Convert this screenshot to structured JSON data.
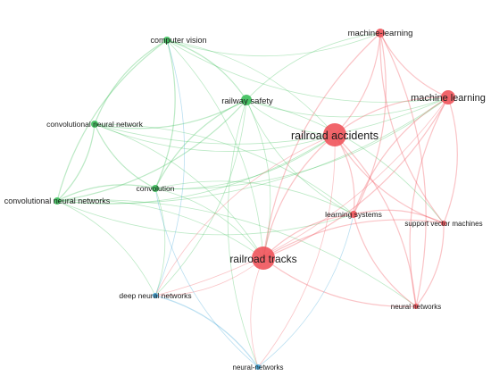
{
  "clusters": {
    "green": "#3bbf5a",
    "red": "#f0545b",
    "blue": "#3aa3d8"
  },
  "nodes": [
    {
      "id": "computer-vision",
      "label": "computer vision",
      "cluster": "green",
      "weight": 1
    },
    {
      "id": "railway-safety",
      "label": "railway safety",
      "cluster": "green",
      "weight": 2
    },
    {
      "id": "cnn",
      "label": "convolutional neural network",
      "cluster": "green",
      "weight": 1
    },
    {
      "id": "convolution",
      "label": "convolution",
      "cluster": "green",
      "weight": 1
    },
    {
      "id": "cnns",
      "label": "convolutional neural networks",
      "cluster": "green",
      "weight": 1
    },
    {
      "id": "machine-learning-hyphen",
      "label": "machine-learning",
      "cluster": "red",
      "weight": 2
    },
    {
      "id": "machine-learning",
      "label": "machine learning",
      "cluster": "red",
      "weight": 3
    },
    {
      "id": "railroad-accidents",
      "label": "railroad accidents",
      "cluster": "red",
      "weight": 5
    },
    {
      "id": "learning-systems",
      "label": "learning systems",
      "cluster": "red",
      "weight": 1
    },
    {
      "id": "svm",
      "label": "support vector machines",
      "cluster": "red",
      "weight": 1
    },
    {
      "id": "railroad-tracks",
      "label": "railroad tracks",
      "cluster": "red",
      "weight": 5
    },
    {
      "id": "neural-networks-red",
      "label": "neural networks",
      "cluster": "red",
      "weight": 1
    },
    {
      "id": "deep-nn",
      "label": "deep neural networks",
      "cluster": "blue",
      "weight": 1
    },
    {
      "id": "neural-networks-blue",
      "label": "neural-networks",
      "cluster": "blue",
      "weight": 1
    }
  ]
}
